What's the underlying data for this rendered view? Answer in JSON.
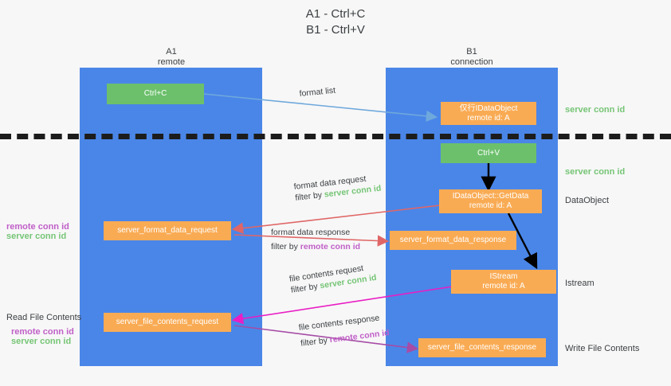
{
  "title": {
    "line1": "A1 - Ctrl+C",
    "line2": "B1 - Ctrl+V"
  },
  "columns": [
    {
      "name": "A1",
      "sub": "remote"
    },
    {
      "name": "B1",
      "sub": "connection"
    }
  ],
  "colors": {
    "lane": "#4a86e8",
    "node_green": "#6cc06c",
    "node_orange": "#f9ab54",
    "server_conn": "#76c576",
    "remote_conn": "#c060c8",
    "text": "#3c4043",
    "wire_blue": "#6fa8dc",
    "wire_red": "#e06666",
    "wire_black": "#000000",
    "wire_magenta": "#e91ec4",
    "wire_purple": "#a64ca6",
    "background": "#f7f7f7"
  },
  "nodes": {
    "ctrl_c": {
      "label": "Ctrl+C"
    },
    "ctrl_v": {
      "label": "Ctrl+V"
    },
    "dataobject_create": {
      "line1": "仅行IDataObject",
      "line2": "remote id: A"
    },
    "dataobject_getdata": {
      "line1": "IDataObject::GetData",
      "line2": "remote id: A"
    },
    "istream": {
      "line1": "IStream",
      "line2": "remote id: A"
    },
    "server_format_data_request": {
      "label": "server_format_data_request"
    },
    "server_format_data_response": {
      "label": "server_format_data_response"
    },
    "server_file_contents_request": {
      "label": "server_file_contents_request"
    },
    "server_file_contents_response": {
      "label": "server_file_contents_response"
    }
  },
  "right_labels": [
    {
      "text": "server conn id",
      "kind": "server"
    },
    {
      "text": "server conn id",
      "kind": "server"
    },
    {
      "text": "DataObject",
      "kind": "dark"
    },
    {
      "text": "Istream",
      "kind": "dark"
    },
    {
      "text": "Write File Contents",
      "kind": "dark"
    }
  ],
  "left_labels": {
    "group1": [
      {
        "text": "remote conn id",
        "kind": "remote"
      },
      {
        "text": "server conn id",
        "kind": "server"
      }
    ],
    "group2_heading": "Read File Contents",
    "group2": [
      {
        "text": "remote conn id",
        "kind": "remote"
      },
      {
        "text": "server conn id",
        "kind": "server"
      }
    ]
  },
  "edges": {
    "format_list": {
      "label": "format list"
    },
    "format_data_request": {
      "line1": "format data request",
      "line2_prefix": "filter by ",
      "line2_value": "server conn id",
      "value_kind": "server"
    },
    "format_data_response": {
      "line1": "format data response",
      "line2_prefix": "filter by ",
      "line2_value": "remote conn id",
      "value_kind": "remote"
    },
    "file_contents_request": {
      "line1": "file contents request",
      "line2_prefix": "filter by ",
      "line2_value": "server conn id",
      "value_kind": "server"
    },
    "file_contents_response": {
      "line1": "file contents response",
      "line2_prefix": "filter by ",
      "line2_value": "remote conn id",
      "value_kind": "remote"
    }
  }
}
